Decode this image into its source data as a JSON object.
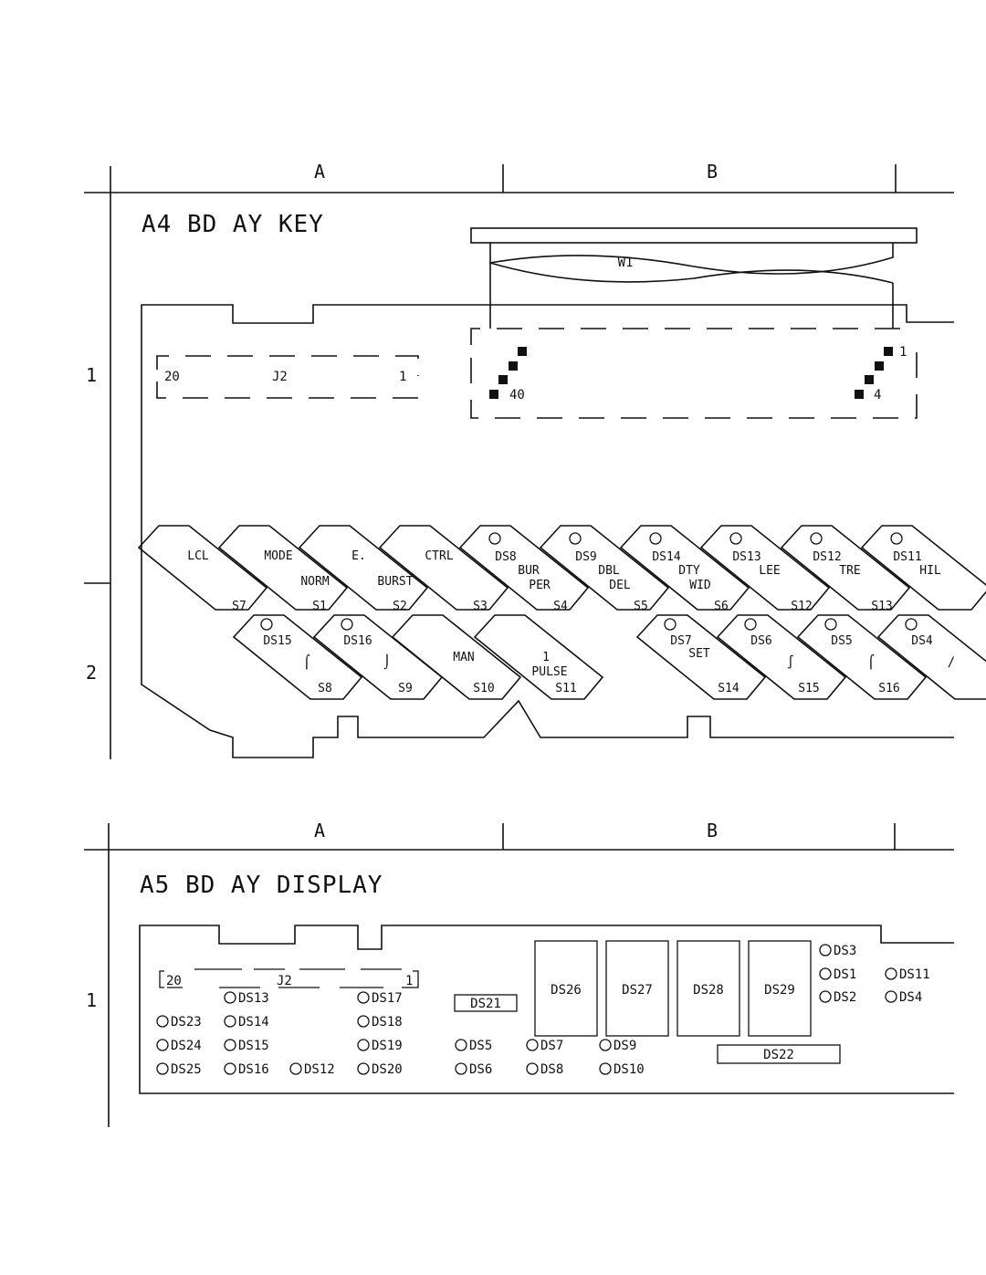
{
  "columns": {
    "a": "A",
    "b": "B"
  },
  "rows": {
    "r1": "1",
    "r2": "2"
  },
  "top": {
    "title": "A4 BD AY KEY",
    "cable": "W1",
    "j2": {
      "label": "J2",
      "pin_left": "20",
      "pin_right": "1"
    },
    "conn_right": {
      "pin_top": "1",
      "pin_bottom": "4",
      "pin_left": "40"
    },
    "keys_top": [
      {
        "lines": [
          "LCL"
        ],
        "ref": "S7"
      },
      {
        "lines": [
          "MODE",
          "NORM"
        ],
        "ref": "S1"
      },
      {
        "lines": [
          "E.",
          "BURST"
        ],
        "ref": "S2"
      },
      {
        "lines": [
          "CTRL"
        ],
        "ref": "S3"
      },
      {
        "ds": "DS8",
        "lines": [
          "BUR",
          "PER"
        ],
        "ref": "S4"
      },
      {
        "ds": "DS9",
        "lines": [
          "DBL",
          "DEL"
        ],
        "ref": "S5"
      },
      {
        "ds": "DS14",
        "lines": [
          "DTY",
          "WID"
        ],
        "ref": "S6"
      },
      {
        "ds": "DS13",
        "lines": [
          "LEE"
        ],
        "ref": "S12"
      },
      {
        "ds": "DS12",
        "lines": [
          "TRE"
        ],
        "ref": "S13"
      },
      {
        "ds": "DS11",
        "lines": [
          "HIL"
        ],
        "ref": ""
      }
    ],
    "keys_bottom": [
      {
        "ds": "DS15",
        "sym": "⌠",
        "ref": "S8"
      },
      {
        "ds": "DS16",
        "sym": "⌡",
        "ref": "S9"
      },
      {
        "lines": [
          "MAN"
        ],
        "ref": "S10"
      },
      {
        "lines": [
          "1",
          "PULSE"
        ],
        "ref": "S11"
      },
      {
        "ds": "DS7",
        "lines": [
          "SET"
        ],
        "ref": "S14"
      },
      {
        "ds": "DS6",
        "sym": "∫",
        "ref": "S15"
      },
      {
        "ds": "DS5",
        "sym": "⌠",
        "ref": "S16"
      },
      {
        "ds": "DS4",
        "sym": "/",
        "ref": ""
      }
    ]
  },
  "bottom": {
    "title": "A5 BD AY DISPLAY",
    "j2": {
      "label": "J2",
      "pin_left": "20",
      "pin_right": "1"
    },
    "leds": [
      "DS13",
      "DS17",
      "DS23",
      "DS14",
      "DS18",
      "DS24",
      "DS15",
      "DS19",
      "DS25",
      "DS16",
      "DS12",
      "DS20",
      "DS5",
      "DS6",
      "DS7",
      "DS8",
      "DS9",
      "DS10",
      "DS3",
      "DS1",
      "DS11",
      "DS2",
      "DS4"
    ],
    "boxes": [
      "DS21",
      "DS26",
      "DS27",
      "DS28",
      "DS29",
      "DS22"
    ]
  }
}
